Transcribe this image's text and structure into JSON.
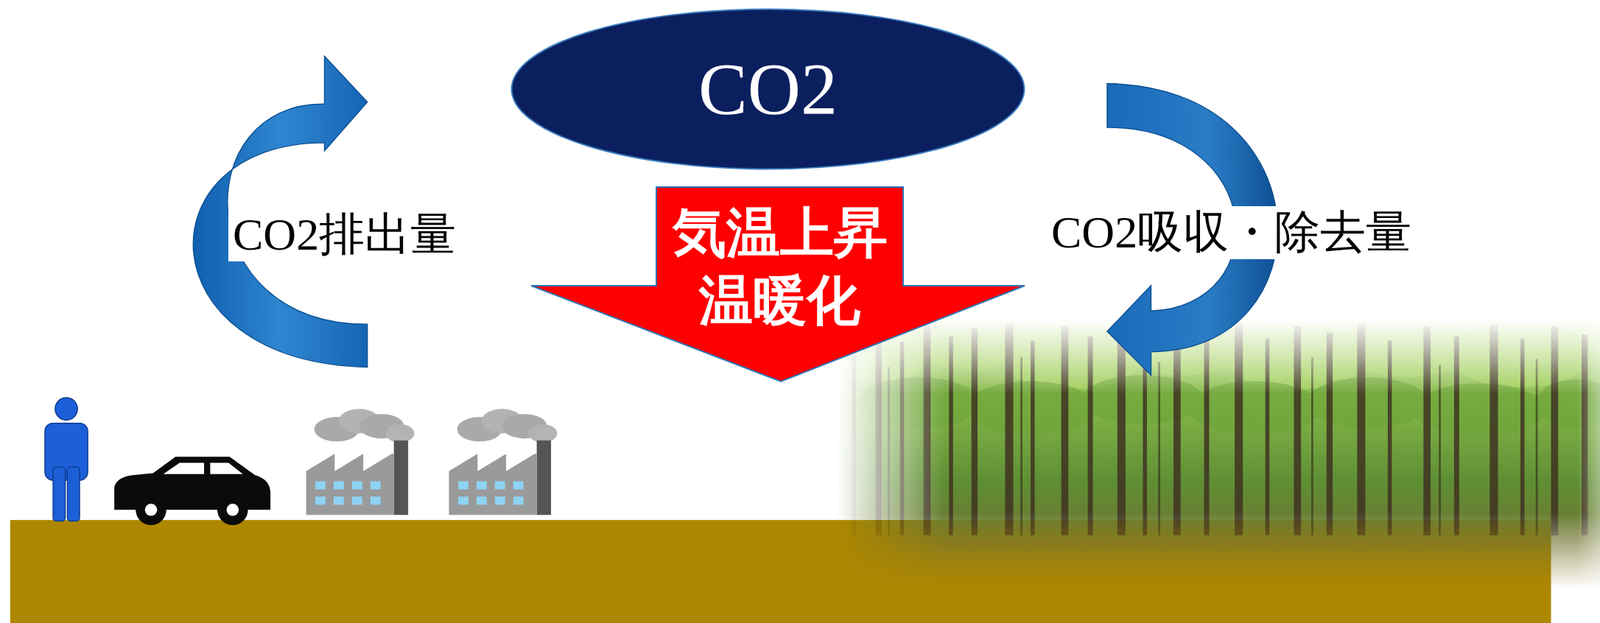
{
  "diagram": {
    "nodes": [
      {
        "text": [
          "CO2"
        ]
      },
      {
        "text": [
          "気温上昇 温暖化"
        ]
      }
    ],
    "labels": [
      "CO2排出量",
      "CO2吸収・除去量"
    ]
  }
}
